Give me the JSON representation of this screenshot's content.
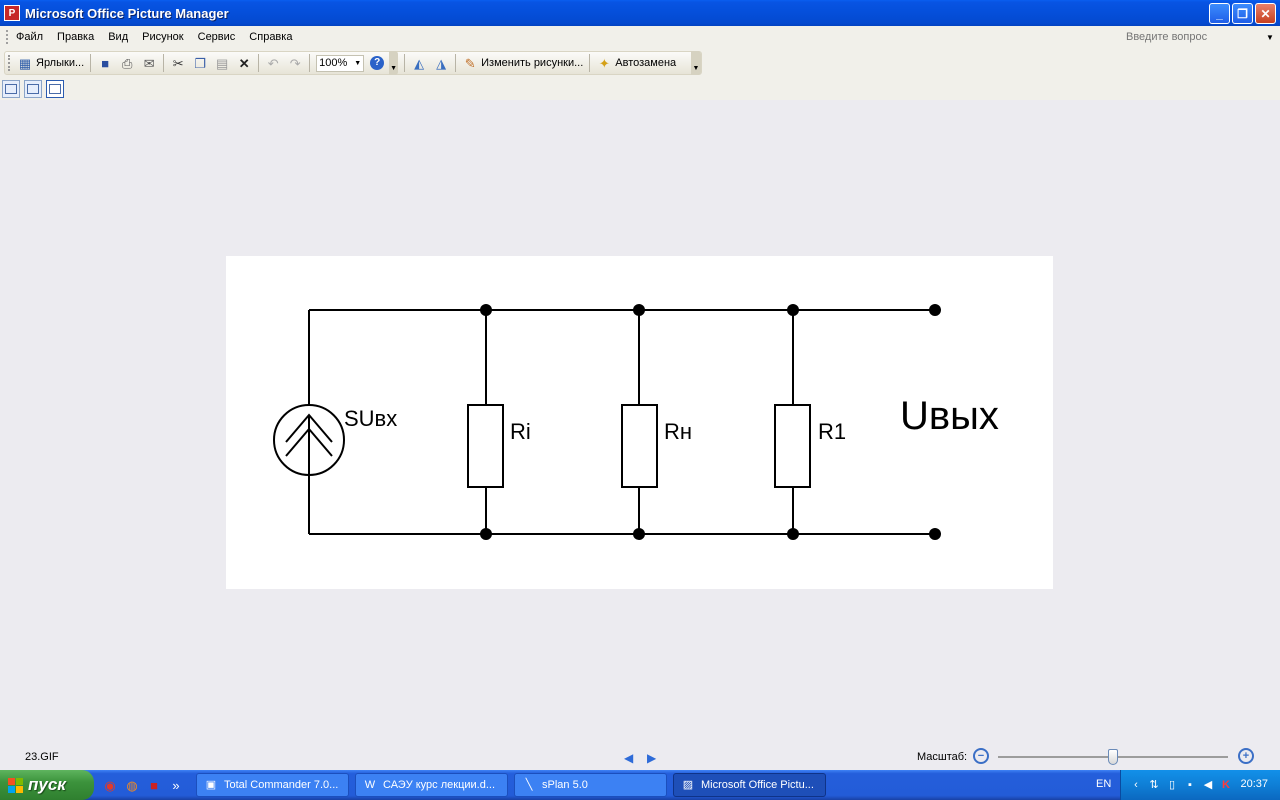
{
  "window": {
    "title": "Microsoft Office Picture Manager"
  },
  "menu": {
    "items": [
      "Файл",
      "Правка",
      "Вид",
      "Рисунок",
      "Сервис",
      "Справка"
    ],
    "help_placeholder": "Введите вопрос"
  },
  "toolbar": {
    "shortcuts_label": "Ярлыки...",
    "zoom_value": "100%",
    "edit_pictures_label": "Изменить рисунки...",
    "autocorrect_label": "Автозамена"
  },
  "diagram": {
    "source_label": "SUвх",
    "resistor_labels": [
      "Ri",
      "Rн",
      "R1"
    ],
    "output_label": "Uвых"
  },
  "status": {
    "file_name": "23.GIF",
    "zoom_label": "Масштаб:",
    "zoom_level_fraction": 0.5
  },
  "taskbar": {
    "start_label": "пуск",
    "tasks": [
      {
        "label": "Total Commander 7.0..."
      },
      {
        "label": "САЭУ курс лекции.d..."
      },
      {
        "label": "sPlan 5.0"
      },
      {
        "label": "Microsoft Office Pictu..."
      }
    ],
    "language": "EN",
    "clock": "20:37"
  },
  "colors": {
    "title_bar": "#0550dc",
    "taskbar": "#245edb",
    "start_button": "#3c933c",
    "tray": "#0f7fd6",
    "canvas_bg": "#ecebf0"
  },
  "icons": [
    "app-icon",
    "minimize-icon",
    "maximize-icon",
    "close-icon",
    "shortcuts-icon",
    "save-icon",
    "print-icon",
    "email-icon",
    "cut-icon",
    "copy-icon",
    "paste-icon",
    "delete-icon",
    "undo-icon",
    "redo-icon",
    "help-icon",
    "rotate-left-icon",
    "rotate-right-icon",
    "edit-pictures-icon",
    "autocorrect-icon",
    "zoom-out-icon",
    "zoom-in-icon"
  ]
}
